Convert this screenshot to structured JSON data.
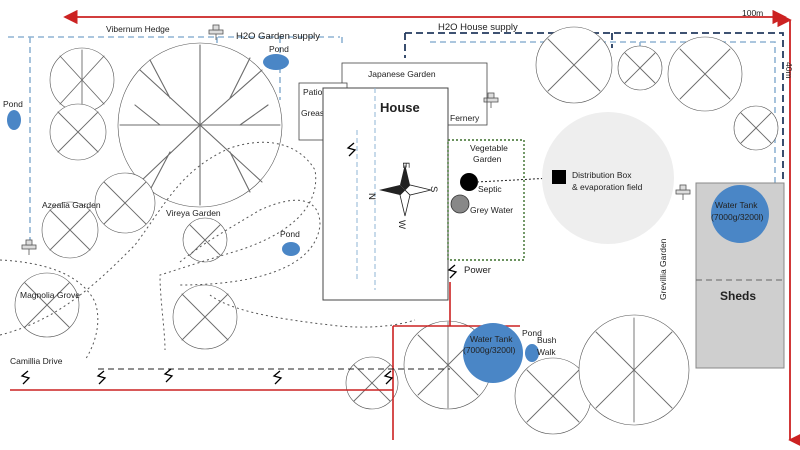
{
  "dimensions": {
    "width_label": "100m",
    "height_label": "40m"
  },
  "pipes": {
    "garden_supply": "H2O Garden supply",
    "house_supply": "H2O House supply"
  },
  "labels": {
    "hedge": "Vibernum Hedge",
    "japanese_garden": "Japanese Garden",
    "patio": "Patio",
    "grease_trap": "Grease Trap",
    "house": "House",
    "fernery": "Fernery",
    "vegetable_garden": "Vegetable Garden",
    "septic": "Septic",
    "grey_water": "Grey Water",
    "distribution_box": "Distribution Box",
    "evaporation_field": "& evaporation field",
    "azalea_garden": "Azealia Garden",
    "vireya_garden": "Vireya Garden",
    "magnolia_grove": "Magnolia Grove",
    "camellia_drive": "Camillia Drive",
    "power": "Power",
    "water_tank_right": "Water Tank",
    "water_tank_right_cap": "(7000g/3200l)",
    "water_tank_center": "Water Tank",
    "water_tank_center_cap": "(7000g/3200l)",
    "pond_bush_walk_pond": "Pond",
    "bush_walk": "Bush Walk",
    "grevillia_garden": "Grevillia Garden",
    "sheds": "Sheds"
  },
  "ponds": [
    "Pond",
    "Pond",
    "Pond",
    "Pond"
  ],
  "compass": {
    "n": "N",
    "s": "S",
    "e": "E",
    "w": "W"
  },
  "colors": {
    "pond": "#4a86c6",
    "tank": "#4a86c6",
    "power_line": "#cc2222",
    "garden_pipe": "#8fb4d4",
    "house_pipe": "#233a5e",
    "veg_border": "#3a6e2a",
    "shed_fill": "#cfcfcf",
    "evap_fill": "#eeeeee"
  }
}
